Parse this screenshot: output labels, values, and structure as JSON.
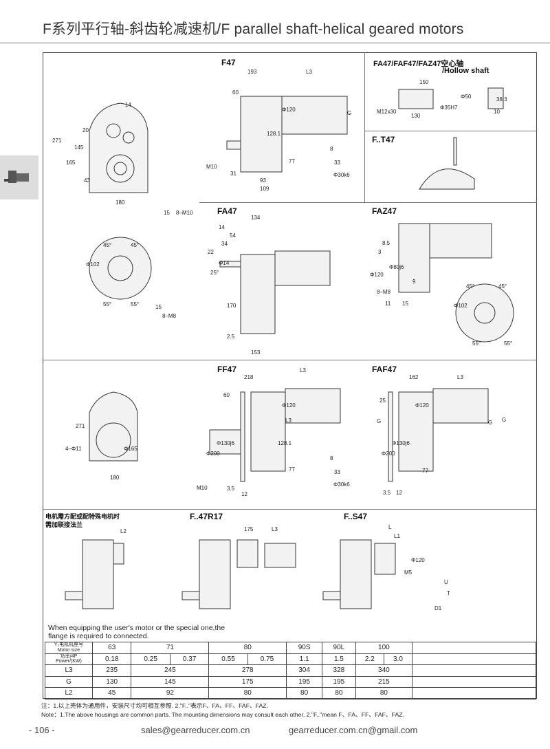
{
  "header": {
    "title": "F系列平行轴-斜齿轮减速机/F parallel shaft-helical geared motors"
  },
  "sections": {
    "f47": "F47",
    "hollow": "FA47/FAF47/FAZ47空心轴",
    "hollow_en": "/Hollow shaft",
    "ft47": "F..T47",
    "fa47": "FA47",
    "faz47": "FAZ47",
    "ff47": "FF47",
    "faf47": "FAF47",
    "f47r17": "F..47R17",
    "fs47": "F..S47",
    "flange_cn_1": "电机需方配或配特殊电机时",
    "flange_cn_2": "需加联接法兰"
  },
  "dims": [
    "14",
    "20",
    "145",
    "165",
    "271",
    "43",
    "180",
    "15",
    "8–M10",
    "193",
    "60",
    "L3",
    "Φ120",
    "G",
    "128.1",
    "77",
    "M10",
    "31",
    "93",
    "109",
    "8",
    "33",
    "Φ30k6",
    "150",
    "Φ35H7",
    "Φ50",
    "38.3",
    "10",
    "M12x30",
    "130",
    "134",
    "14",
    "54",
    "34",
    "22",
    "Φ14",
    "25°",
    "170",
    "2.5",
    "153",
    "45°",
    "45°",
    "Φ102",
    "55°",
    "55°",
    "15",
    "8–M8",
    "8.5",
    "3",
    "Φ120",
    "Φ80j6",
    "9",
    "8–M8",
    "11",
    "15",
    "Φ102",
    "45°",
    "45°",
    "55°",
    "55°",
    "218",
    "60",
    "Φ200",
    "Φ130j6",
    "271",
    "Φ165",
    "4–Φ11",
    "180",
    "M10",
    "3.5",
    "12",
    "162",
    "25",
    "Φ200",
    "Φ130j6",
    "3.5",
    "12",
    "L2",
    "175",
    "L3",
    "L",
    "L1",
    "Φ120",
    "M5",
    "U",
    "T",
    "D1",
    "G",
    "L3",
    "L3",
    "G",
    "L3",
    "8",
    "33",
    "Φ30k6",
    "77",
    "128.1",
    "Φ120",
    "77",
    "Φ120",
    "G"
  ],
  "flange_note": "When equipping the user's motor or the special one,the flange is required to connected.",
  "table": {
    "row_headers": [
      [
        "Y₂电机机座号",
        "Motor size"
      ],
      [
        "功率/4P",
        "Power/(KW)"
      ],
      [
        "L3"
      ],
      [
        "G"
      ],
      [
        "L2"
      ]
    ],
    "motor_size": [
      "63",
      "71",
      "80",
      "90S",
      "90L",
      "100"
    ],
    "power": [
      "0.18",
      "0.25",
      "0.37",
      "0.55",
      "0.75",
      "1.1",
      "1.5",
      "2.2",
      "3.0"
    ],
    "L3": [
      "235",
      "245",
      "278",
      "304",
      "328",
      "340"
    ],
    "G": [
      "130",
      "145",
      "175",
      "195",
      "195",
      "215"
    ],
    "L2": [
      "45",
      "92",
      "80",
      "80",
      "80",
      "80"
    ]
  },
  "notes": {
    "cn": "注：1.以上壳体为通用件，安装尺寸均可相互参照.   2.\"F..\"表示F、FA、FF、FAF、FAZ.",
    "en": "Note：1.The above housings are common parts. The mounting dimensions may consult each other.    2.\"F..\"mean F、FA、FF、FAF、FAZ."
  },
  "footer": {
    "page": "- 106 -",
    "email1": "sales@gearreducer.com.cn",
    "email2": "gearreducer.com.cn@gmail.com"
  }
}
